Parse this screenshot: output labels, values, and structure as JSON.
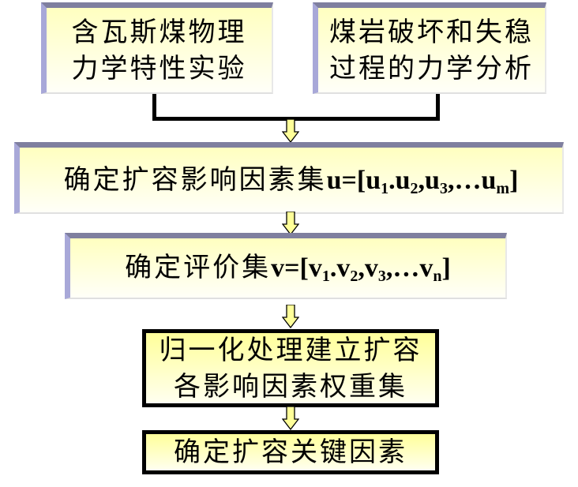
{
  "boxes": {
    "gas_coal_experiment": {
      "lines": [
        "含瓦斯煤物理",
        "力学特性实验"
      ]
    },
    "coal_rock_analysis": {
      "lines": [
        "煤岩破坏和失稳",
        "过程的力学分析"
      ]
    },
    "factor_set": {
      "label": "确定扩容影响因素集",
      "formula": {
        "prefix": "u=[u",
        "s1": "1",
        "p2": ".u",
        "s2": "2",
        "p3": ",u",
        "s3": "3",
        "p4": ",…u",
        "s4": "m",
        "end": "]"
      }
    },
    "evaluation_set": {
      "label": "确定评价集",
      "formula": {
        "prefix": "v=[v",
        "s1": "1",
        "p2": ".v",
        "s2": "2",
        "p3": ",v",
        "s3": "3",
        "p4": ",…v",
        "s4": "n",
        "end": "]"
      }
    },
    "weight_set": {
      "lines": [
        "归一化处理建立扩容",
        "各影响因素权重集"
      ]
    },
    "key_factors": {
      "label": "确定扩容关键因素"
    }
  },
  "colors": {
    "arrow_fill": "#ffff99",
    "bevel_top": "#7f7f9f",
    "bevel_left": "#a8a8d8",
    "box_fill": "#ffffc0"
  }
}
